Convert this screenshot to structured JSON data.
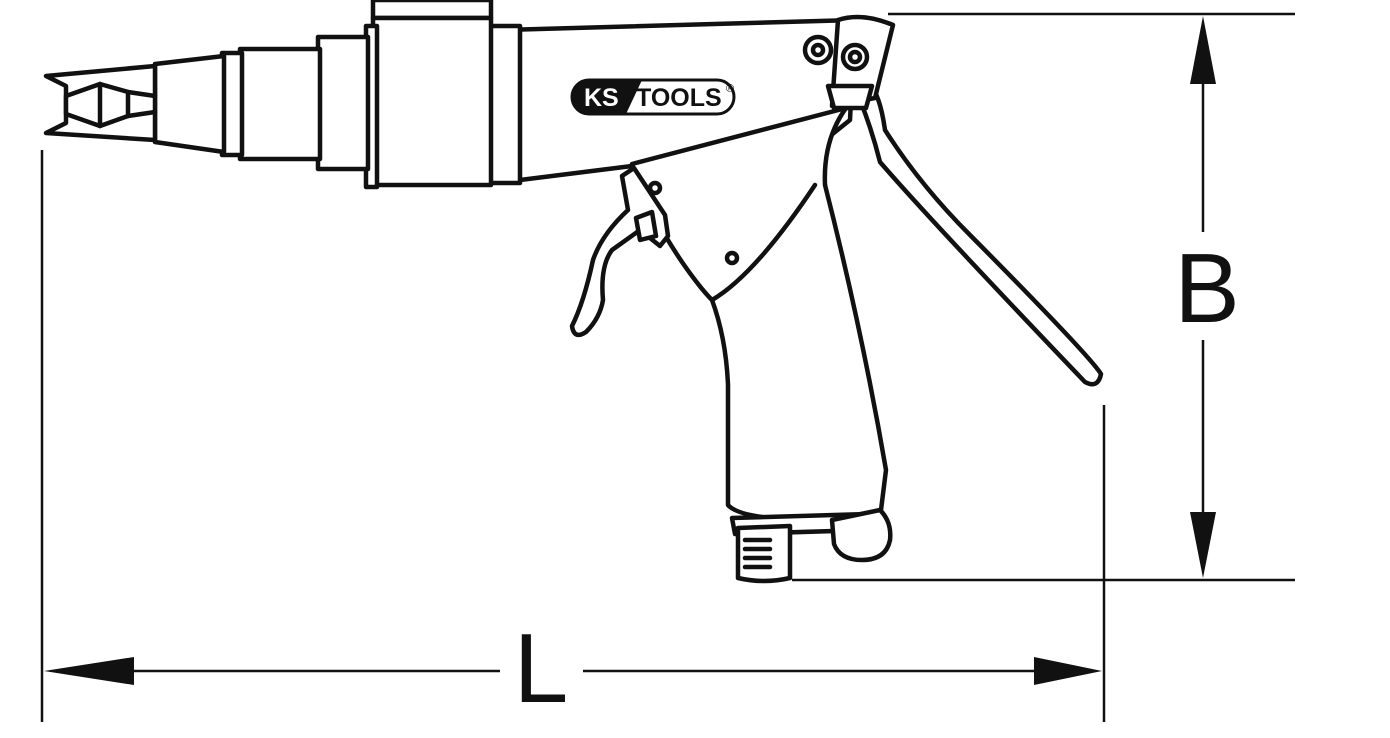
{
  "diagram": {
    "brand": {
      "mark": "KS",
      "word": "TOOLS",
      "registered": "®"
    },
    "dimensions": {
      "length_label": "L",
      "height_label": "B"
    },
    "colors": {
      "ink": "#111111",
      "background": "#ffffff"
    }
  }
}
